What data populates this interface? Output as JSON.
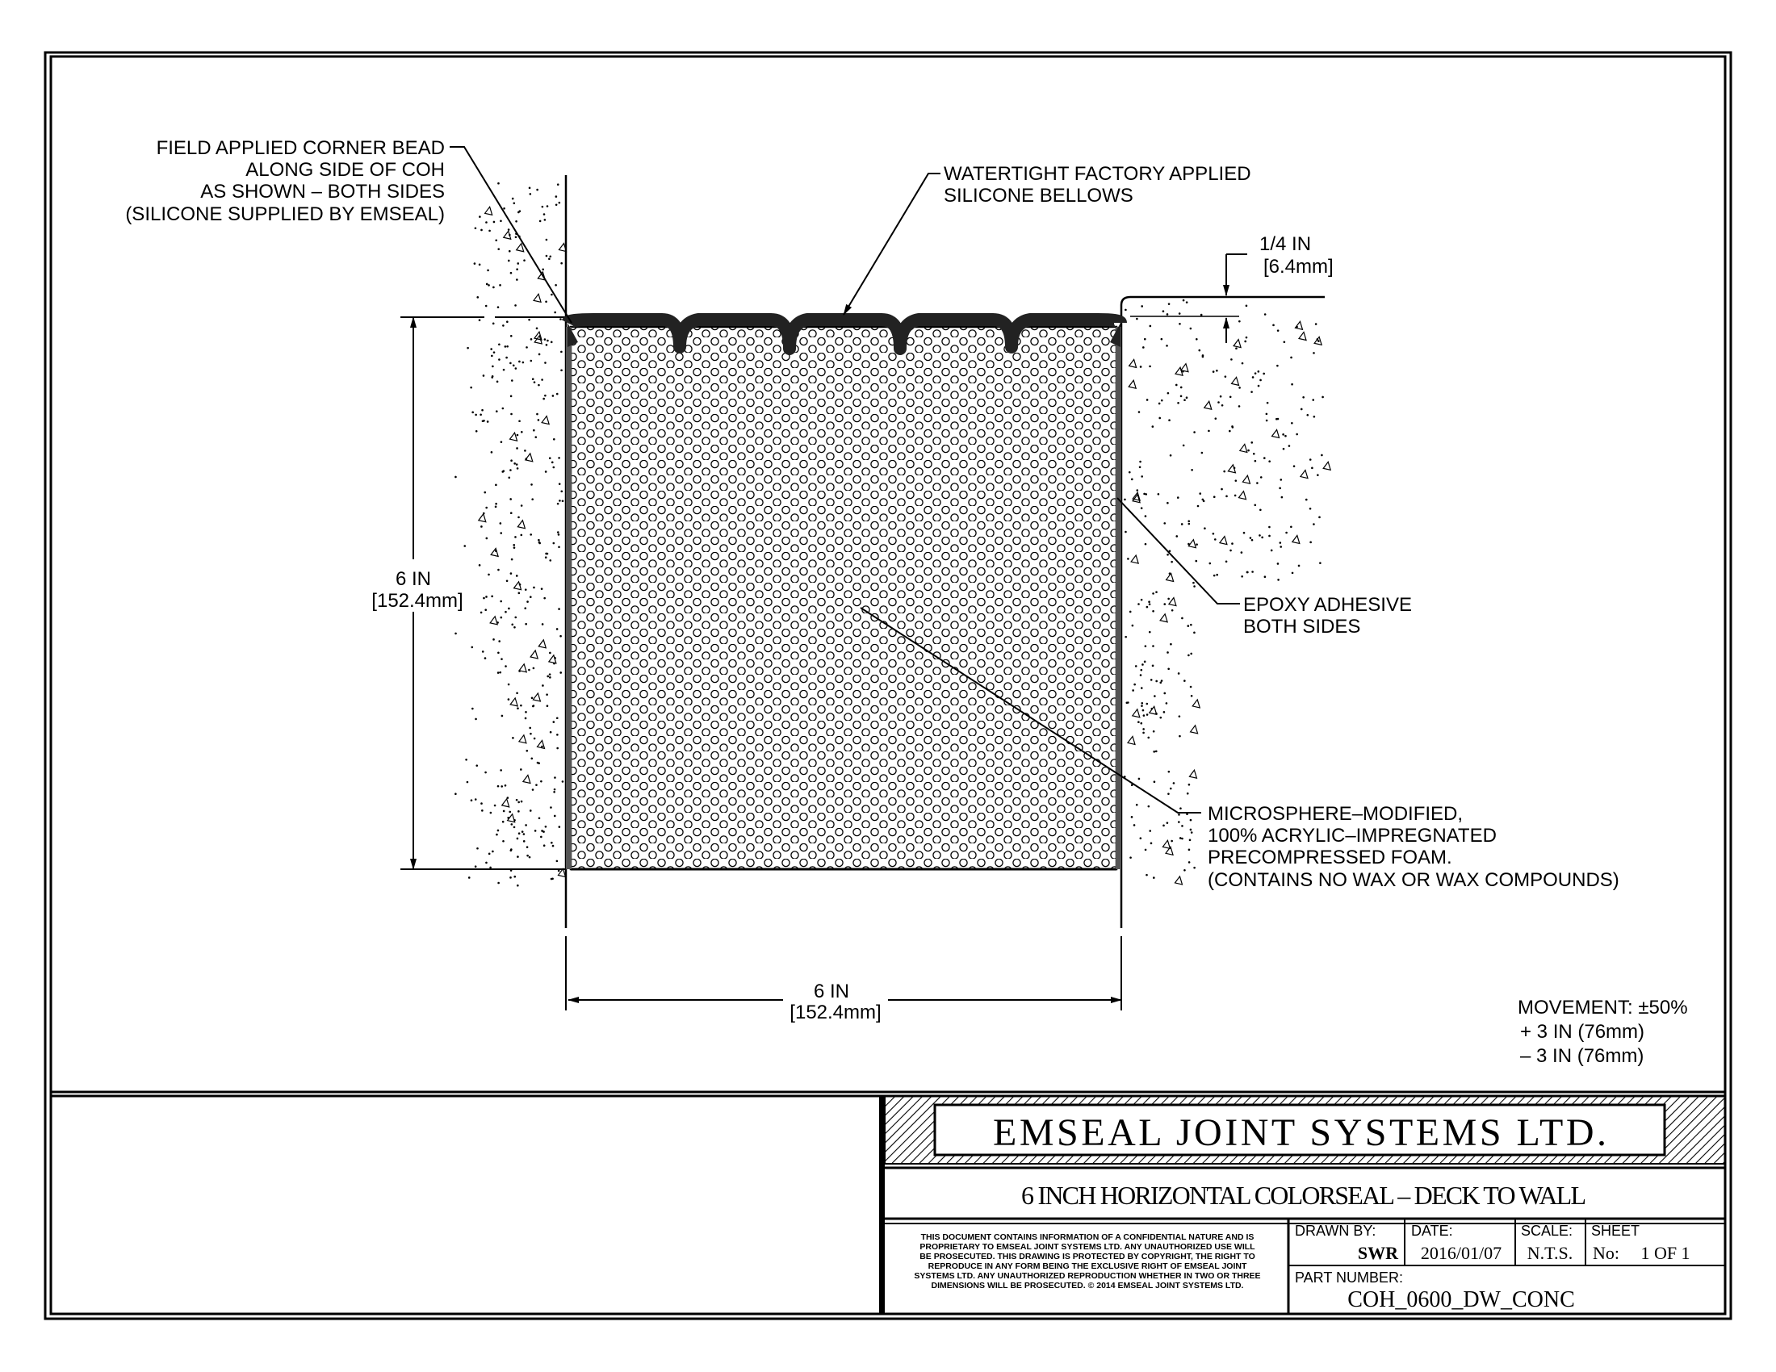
{
  "callouts": {
    "corner_bead": [
      "FIELD APPLIED CORNER BEAD",
      "ALONG SIDE OF COH",
      "AS SHOWN – BOTH SIDES",
      "(SILICONE SUPPLIED BY EMSEAL)"
    ],
    "bellows": [
      "WATERTIGHT FACTORY APPLIED",
      "SILICONE BELLOWS"
    ],
    "recess": [
      "1/4 IN",
      "[6.4mm]"
    ],
    "epoxy": [
      "EPOXY ADHESIVE",
      "BOTH SIDES"
    ],
    "foam": [
      "MICROSPHERE–MODIFIED,",
      "100% ACRYLIC–IMPREGNATED",
      "PRECOMPRESSED FOAM.",
      "(CONTAINS NO WAX OR WAX COMPOUNDS)"
    ]
  },
  "dimensions": {
    "depth": [
      "6 IN",
      "[152.4mm]"
    ],
    "width": [
      "6 IN",
      "[152.4mm]"
    ]
  },
  "movement": [
    "MOVEMENT: ±50%",
    "+ 3 IN (76mm)",
    "– 3 IN (76mm)"
  ],
  "title_block": {
    "company": "EMSEAL JOINT SYSTEMS LTD.",
    "drawing_title": "6 INCH HORIZONTAL COLORSEAL – DECK TO WALL",
    "disclaimer": [
      "THIS DOCUMENT CONTAINS INFORMATION OF A CONFIDENTIAL NATURE AND IS",
      "PROPRIETARY TO EMSEAL JOINT SYSTEMS LTD. ANY UNAUTHORIZED USE WILL",
      "BE PROSECUTED. THIS DRAWING IS PROTECTED BY COPYRIGHT, THE RIGHT TO",
      "REPRODUCE IN ANY FORM BEING THE EXCLUSIVE RIGHT OF EMSEAL JOINT",
      "SYSTEMS LTD. ANY UNAUTHORIZED REPRODUCTION WHETHER IN TWO OR THREE",
      "DIMENSIONS WILL BE PROSECUTED. © 2014 EMSEAL JOINT SYSTEMS LTD."
    ],
    "drawn_by_label": "DRAWN BY:",
    "drawn_by": "SWR",
    "date_label": "DATE:",
    "date": "2016/01/07",
    "scale_label": "SCALE:",
    "scale": "N.T.S.",
    "sheet_label": "SHEET",
    "sheet_no_label": "No:",
    "sheet": "1 OF 1",
    "part_number_label": "PART NUMBER:",
    "part_number": "COH_0600_DW_CONC"
  }
}
